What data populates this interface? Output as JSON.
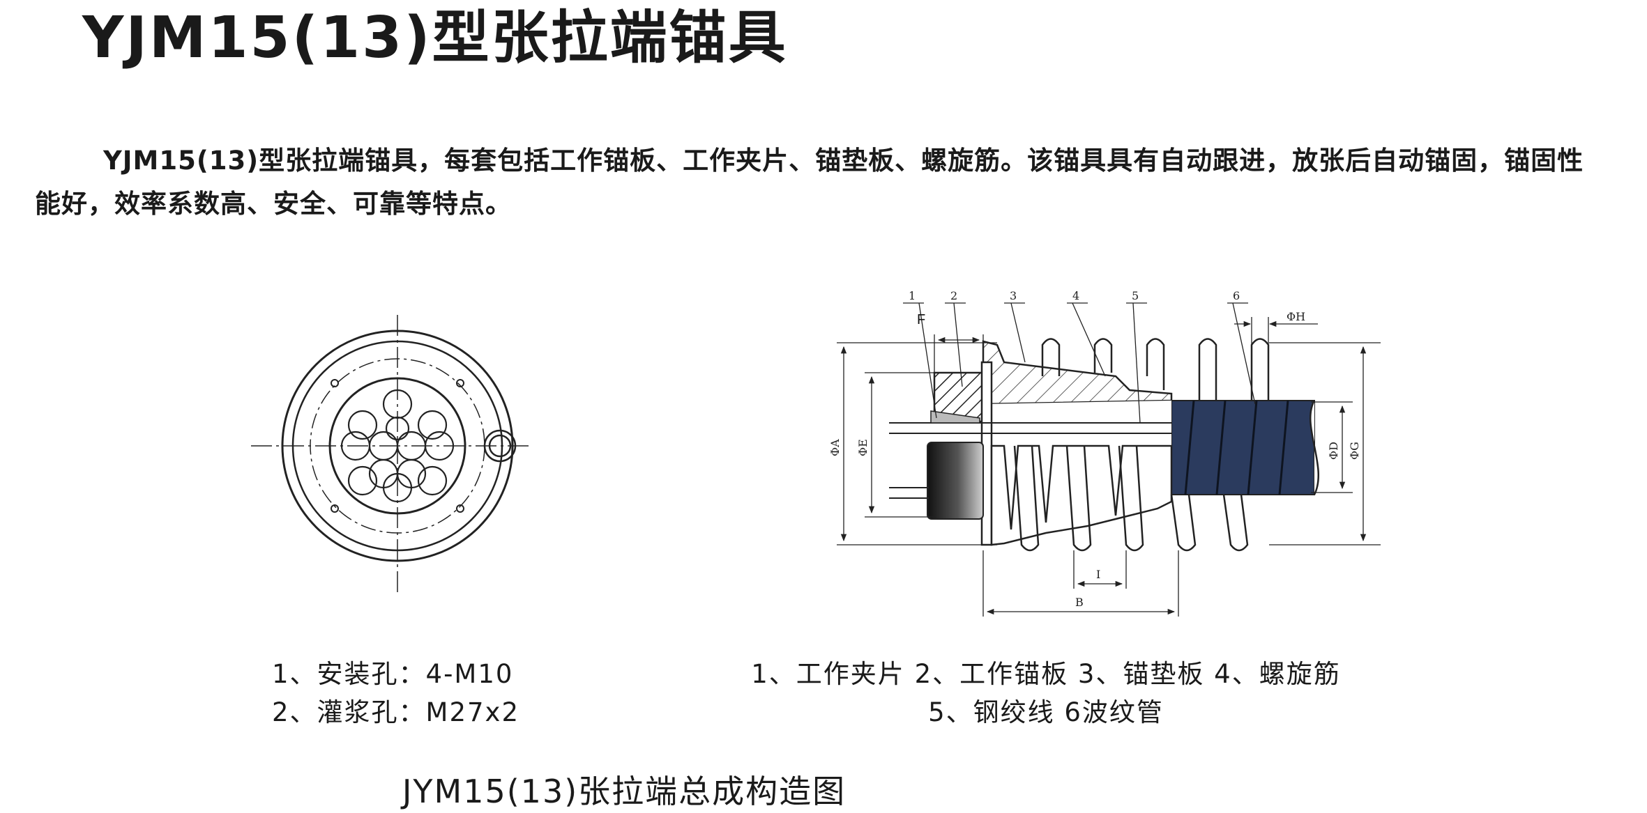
{
  "title": "YJM15(13)型张拉端锚具",
  "intro": "YJM15(13)型张拉端锚具，每套包括工作锚板、工作夹片、锚垫板、螺旋筋。该锚具具有自动跟进，放张后自动锚固，锚固性能好，效率系数高、安全、可靠等特点。",
  "end_view_legend": [
    "1、安装孔：4-M10",
    "2、灌浆孔：M27x2"
  ],
  "section_view": {
    "callouts": [
      "1",
      "2",
      "3",
      "4",
      "5",
      "6"
    ],
    "dims": {
      "F": "F",
      "H": "ΦH",
      "A": "ΦA",
      "E": "ΦE",
      "D": "ΦD",
      "G": "ΦG",
      "I": "I",
      "B": "B"
    }
  },
  "section_legend": [
    "1、工作夹片 2、工作锚板 3、锚垫板 4、螺旋筋",
    "5、钢绞线 6波纹管"
  ],
  "assembly_caption": "JYM15(13)张拉端总成构造图",
  "colors": {
    "ink": "#1a1a1a",
    "duct_fill": "#2b3b5e",
    "plate_fill": "#3a3a3a"
  }
}
